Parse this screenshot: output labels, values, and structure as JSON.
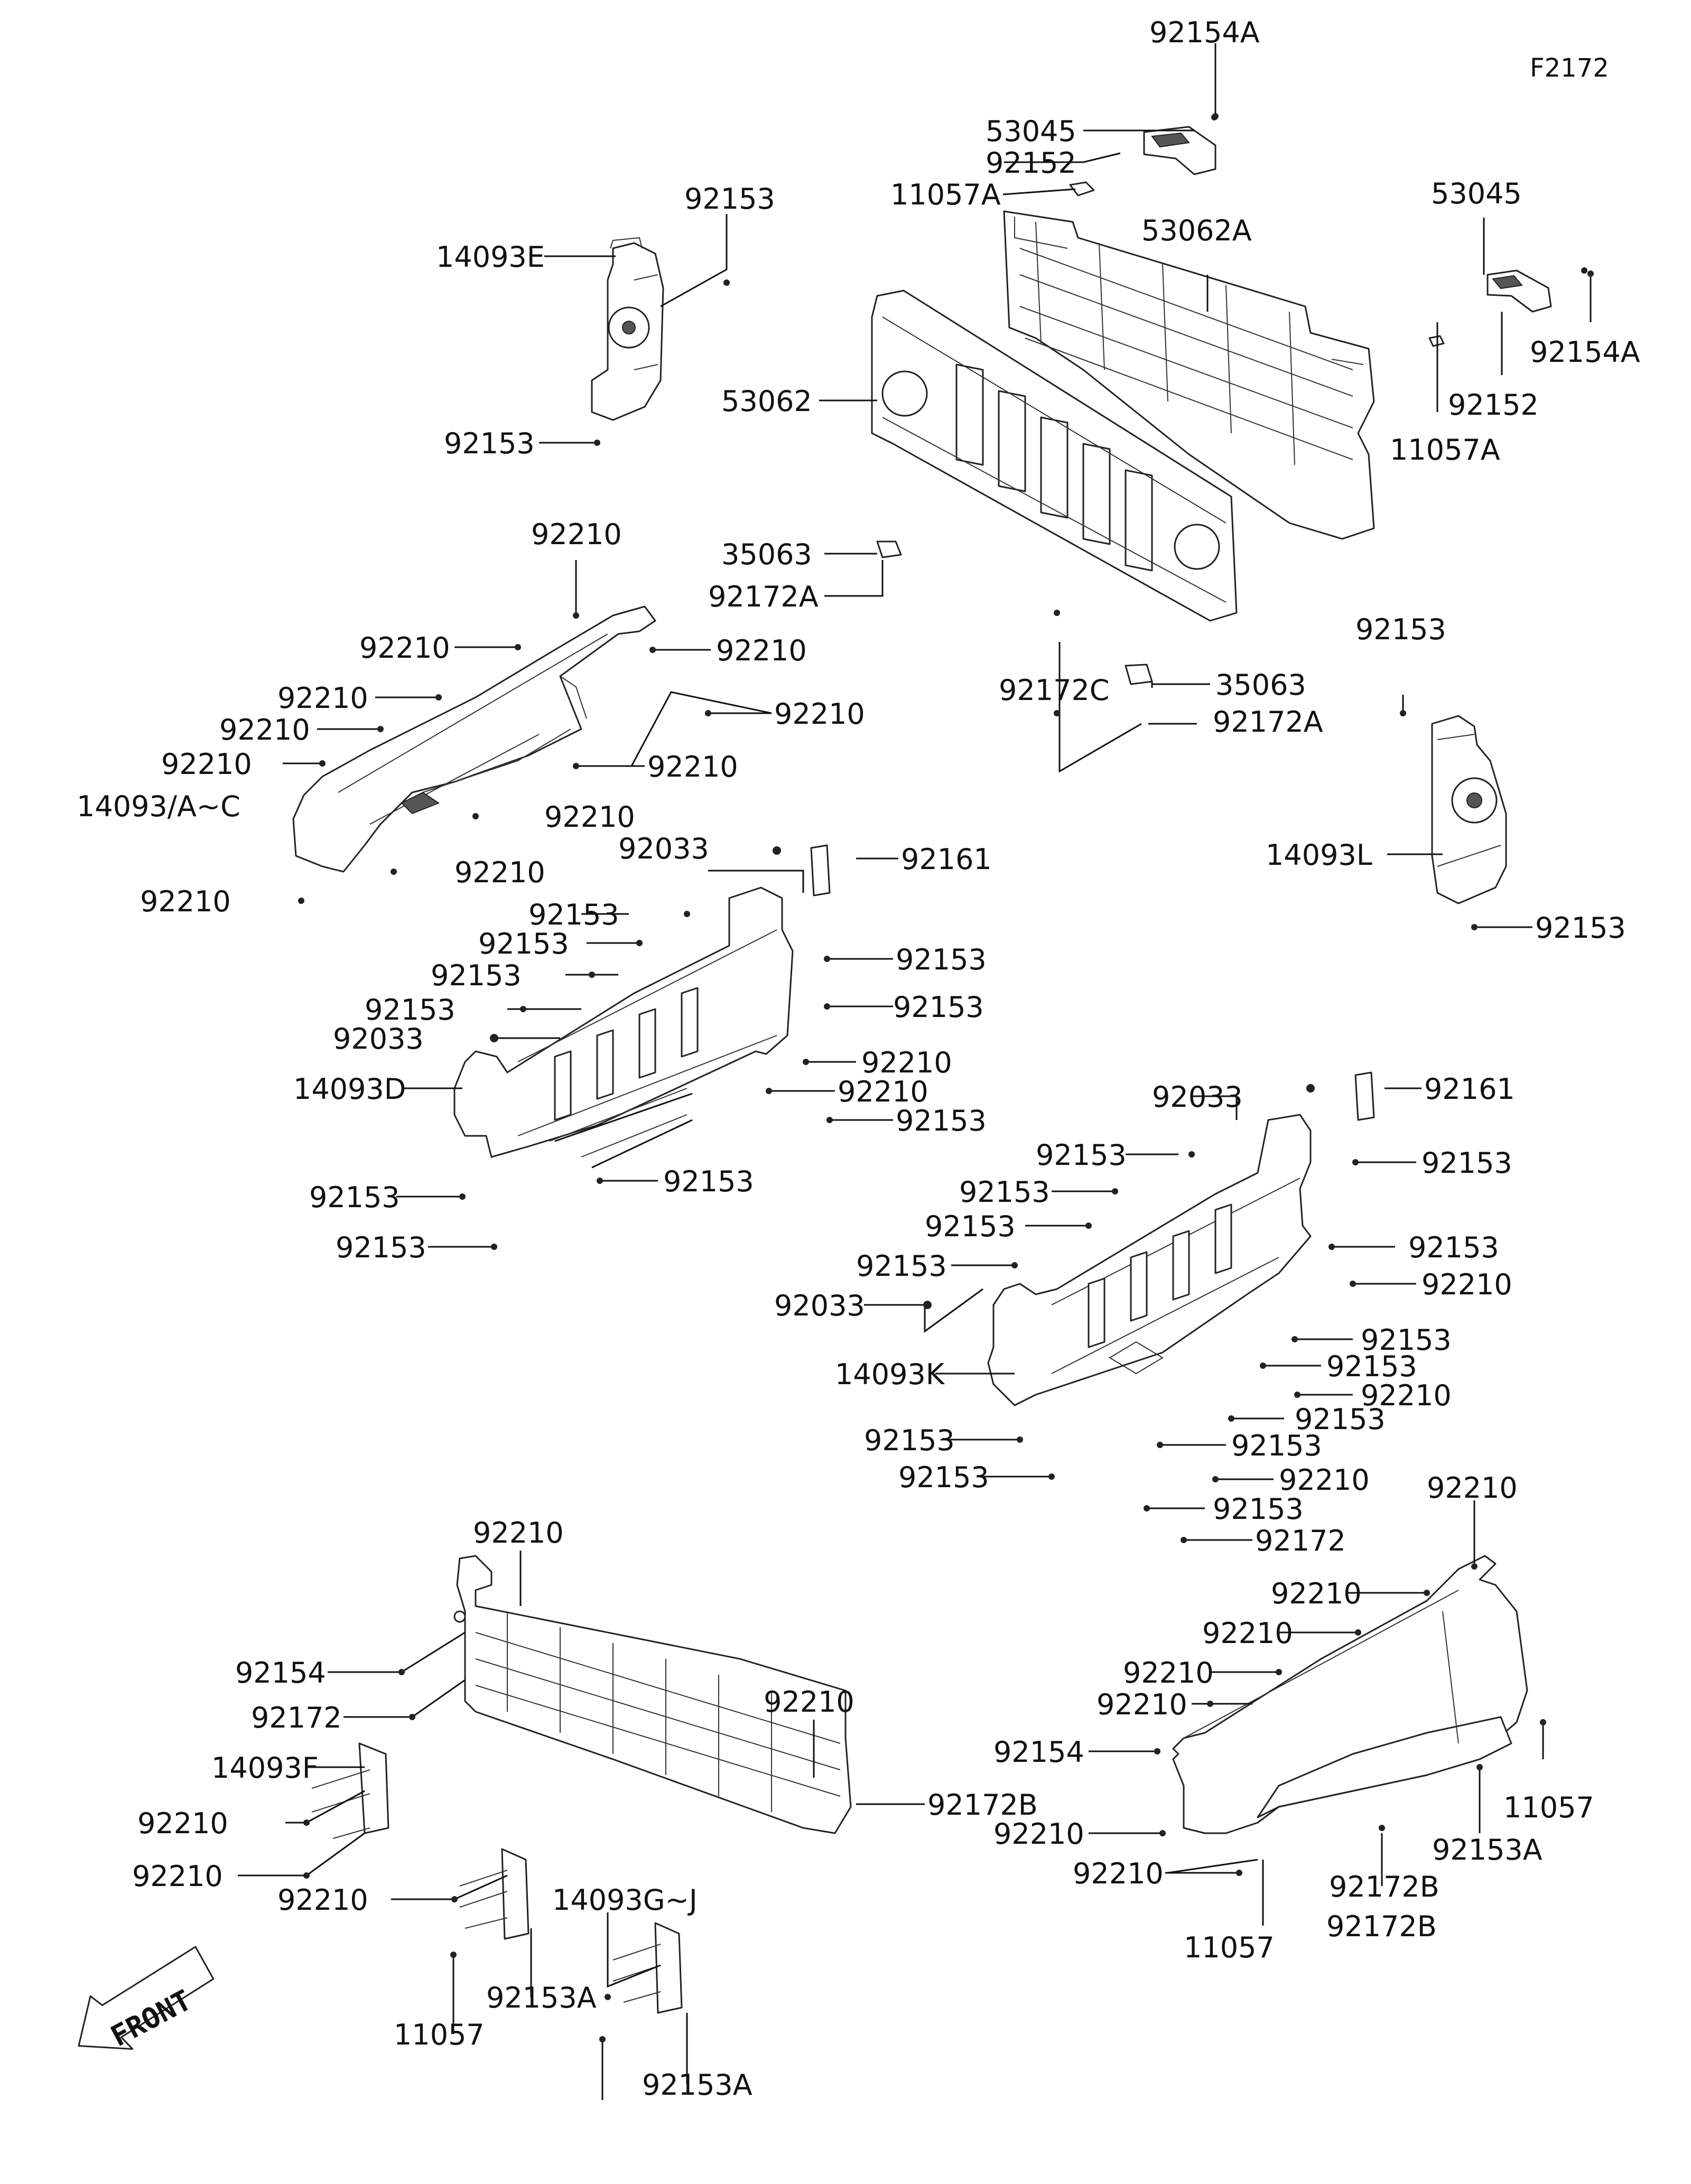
{
  "figure_id": "F2172",
  "front_marker": "FRONT",
  "labels": [
    {
      "id": "l1",
      "text": "92154A"
    },
    {
      "id": "l2",
      "text": "53045"
    },
    {
      "id": "l3",
      "text": "92152"
    },
    {
      "id": "l4",
      "text": "11057A"
    },
    {
      "id": "l5",
      "text": "92153"
    },
    {
      "id": "l6",
      "text": "14093E"
    },
    {
      "id": "l7",
      "text": "53062A"
    },
    {
      "id": "l8",
      "text": "53045"
    },
    {
      "id": "l9",
      "text": "92154A"
    },
    {
      "id": "l10",
      "text": "92152"
    },
    {
      "id": "l11",
      "text": "11057A"
    },
    {
      "id": "l12",
      "text": "53062"
    },
    {
      "id": "l13",
      "text": "92153"
    },
    {
      "id": "l14",
      "text": "92210"
    },
    {
      "id": "l15",
      "text": "35063"
    },
    {
      "id": "l16",
      "text": "92172A"
    },
    {
      "id": "l17",
      "text": "92210"
    },
    {
      "id": "l18",
      "text": "92210"
    },
    {
      "id": "l19",
      "text": "92210"
    },
    {
      "id": "l20",
      "text": "92210"
    },
    {
      "id": "l21",
      "text": "92210"
    },
    {
      "id": "l22",
      "text": "92210"
    },
    {
      "id": "l23",
      "text": "92210"
    },
    {
      "id": "l24",
      "text": "14093/A~C"
    },
    {
      "id": "l25",
      "text": "92210"
    },
    {
      "id": "l26",
      "text": "92210"
    },
    {
      "id": "l27",
      "text": "92210"
    },
    {
      "id": "l28",
      "text": "92172C"
    },
    {
      "id": "l29",
      "text": "35063"
    },
    {
      "id": "l30",
      "text": "92172A"
    },
    {
      "id": "l31",
      "text": "92153"
    },
    {
      "id": "l32",
      "text": "14093L"
    },
    {
      "id": "l33",
      "text": "92153"
    },
    {
      "id": "l34",
      "text": "92033"
    },
    {
      "id": "l35",
      "text": "92161"
    },
    {
      "id": "l36",
      "text": "92153"
    },
    {
      "id": "l37",
      "text": "92153"
    },
    {
      "id": "l38",
      "text": "92153"
    },
    {
      "id": "l39",
      "text": "92153"
    },
    {
      "id": "l40",
      "text": "92153"
    },
    {
      "id": "l41",
      "text": "92153"
    },
    {
      "id": "l42",
      "text": "92033"
    },
    {
      "id": "l43",
      "text": "14093D"
    },
    {
      "id": "l44",
      "text": "92210"
    },
    {
      "id": "l45",
      "text": "92210"
    },
    {
      "id": "l46",
      "text": "92153"
    },
    {
      "id": "l47",
      "text": "92153"
    },
    {
      "id": "l48",
      "text": "92153"
    },
    {
      "id": "l49",
      "text": "92153"
    },
    {
      "id": "l50",
      "text": "92033"
    },
    {
      "id": "l51",
      "text": "92161"
    },
    {
      "id": "l52",
      "text": "92153"
    },
    {
      "id": "l53",
      "text": "92153"
    },
    {
      "id": "l54",
      "text": "92153"
    },
    {
      "id": "l55",
      "text": "92153"
    },
    {
      "id": "l56",
      "text": "92153"
    },
    {
      "id": "l57",
      "text": "92153"
    },
    {
      "id": "l58",
      "text": "92033"
    },
    {
      "id": "l59",
      "text": "92210"
    },
    {
      "id": "l60",
      "text": "14093K"
    },
    {
      "id": "l61",
      "text": "92153"
    },
    {
      "id": "l62",
      "text": "92153"
    },
    {
      "id": "l63",
      "text": "92210"
    },
    {
      "id": "l64",
      "text": "92153"
    },
    {
      "id": "l65",
      "text": "92153"
    },
    {
      "id": "l66",
      "text": "92153"
    },
    {
      "id": "l67",
      "text": "92153"
    },
    {
      "id": "l68",
      "text": "92210"
    },
    {
      "id": "l69",
      "text": "92153"
    },
    {
      "id": "l70",
      "text": "92210"
    },
    {
      "id": "l71",
      "text": "92172"
    },
    {
      "id": "l72",
      "text": "92210"
    },
    {
      "id": "l73",
      "text": "92210"
    },
    {
      "id": "l74",
      "text": "92210"
    },
    {
      "id": "l75",
      "text": "92210"
    },
    {
      "id": "l76",
      "text": "92210"
    },
    {
      "id": "l77",
      "text": "92154"
    },
    {
      "id": "l78",
      "text": "92154"
    },
    {
      "id": "l79",
      "text": "92172"
    },
    {
      "id": "l80",
      "text": "92210"
    },
    {
      "id": "l81",
      "text": "11057"
    },
    {
      "id": "l82",
      "text": "14093F"
    },
    {
      "id": "l83",
      "text": "92172B"
    },
    {
      "id": "l84",
      "text": "92210"
    },
    {
      "id": "l85",
      "text": "92210"
    },
    {
      "id": "l86",
      "text": "92153A"
    },
    {
      "id": "l87",
      "text": "92210"
    },
    {
      "id": "l88",
      "text": "92210"
    },
    {
      "id": "l89",
      "text": "92172B"
    },
    {
      "id": "l90",
      "text": "92210"
    },
    {
      "id": "l91",
      "text": "92172B"
    },
    {
      "id": "l92",
      "text": "14093G~J"
    },
    {
      "id": "l93",
      "text": "11057"
    },
    {
      "id": "l94",
      "text": "92153A"
    },
    {
      "id": "l95",
      "text": "11057"
    },
    {
      "id": "l96",
      "text": "92153A"
    }
  ]
}
